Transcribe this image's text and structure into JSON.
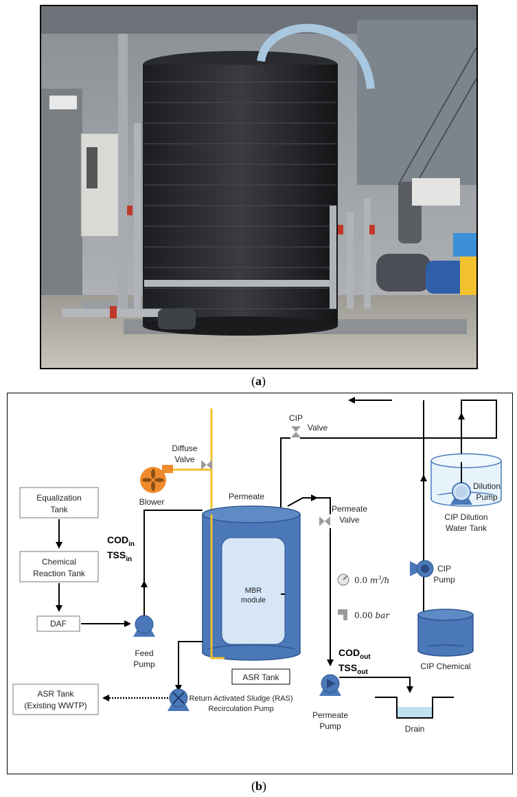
{
  "captions": {
    "a": "a",
    "b": "b"
  },
  "diagram": {
    "cip_valve": [
      "CIP",
      "Valve"
    ],
    "diffuse_valve": [
      "Diffuse",
      "Valve"
    ],
    "blower": "Blower",
    "permeate": "Permeate",
    "permeate_valve": [
      "Permeate",
      "Valve"
    ],
    "equalization_tank": [
      "Equalization",
      "Tank"
    ],
    "chemical_reaction_tank": [
      "Chemical",
      "Reaction Tank"
    ],
    "daf": "DAF",
    "cod_in": {
      "main": "COD",
      "sub": "in"
    },
    "tss_in": {
      "main": "TSS",
      "sub": "in"
    },
    "mbr_module": [
      "MBR",
      "module"
    ],
    "asr_tank": "ASR Tank",
    "feed_pump": [
      "Feed",
      "Pump"
    ],
    "flow_meter": {
      "value": "0.0",
      "unit": "m",
      "sup": "3",
      "suffix": "/h"
    },
    "pressure_gauge": {
      "value": "0.00",
      "unit": "bar"
    },
    "cod_out": {
      "main": "COD",
      "sub": "out"
    },
    "tss_out": {
      "main": "TSS",
      "sub": "out"
    },
    "permeate_pump": [
      "Permeate",
      "Pump"
    ],
    "drain": "Drain",
    "ras_pump": [
      "Return Activated Sludge (RAS)",
      "Recirculation Pump"
    ],
    "asr_existing": [
      "ASR Tank",
      "(Existing WWTP)"
    ],
    "dilution_pump": [
      "Dilution",
      "Pump"
    ],
    "cip_dilution_tank": [
      "CIP Dilution",
      "Water Tank"
    ],
    "cip_pump": [
      "CIP",
      "Pump"
    ],
    "cip_chemical": "CIP Chemical"
  },
  "colors": {
    "equipment_blue": "#4a78b8",
    "light_blue": "#d6e6f7",
    "air_line": "#f2c12e",
    "blower_orange": "#f08b2e",
    "valve_grey": "#9b9b9b"
  }
}
